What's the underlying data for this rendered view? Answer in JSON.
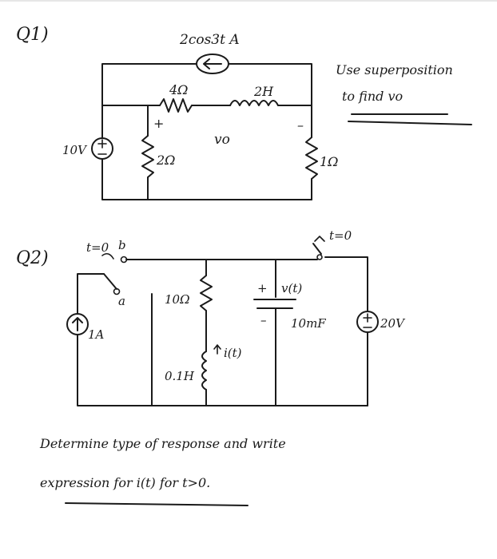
{
  "q1": {
    "label": "Q1)",
    "current_source": "2cos3t A",
    "r_top": "4Ω",
    "inductor": "2H",
    "vo": "vo",
    "plus": "+",
    "minus": "–",
    "voltage_source": "10V",
    "r_left": "2Ω",
    "r_right": "1Ω",
    "instruction_line1": "Use superposition",
    "instruction_line2": "to find vo"
  },
  "q2": {
    "label": "Q2)",
    "switch1": "t=0",
    "switch1_b": "b",
    "switch1_a": "a",
    "switch2": "t=0",
    "current_source": "1A",
    "resistor": "10Ω",
    "inductor": "0.1H",
    "current_label": "i(t)",
    "cap_plus": "+",
    "cap_minus": "–",
    "cap_voltage": "v(t)",
    "capacitor": "10mF",
    "voltage_source": "20V",
    "question_line1": "Determine type of response and write",
    "question_line2": "expression for i(t) for t>0."
  }
}
